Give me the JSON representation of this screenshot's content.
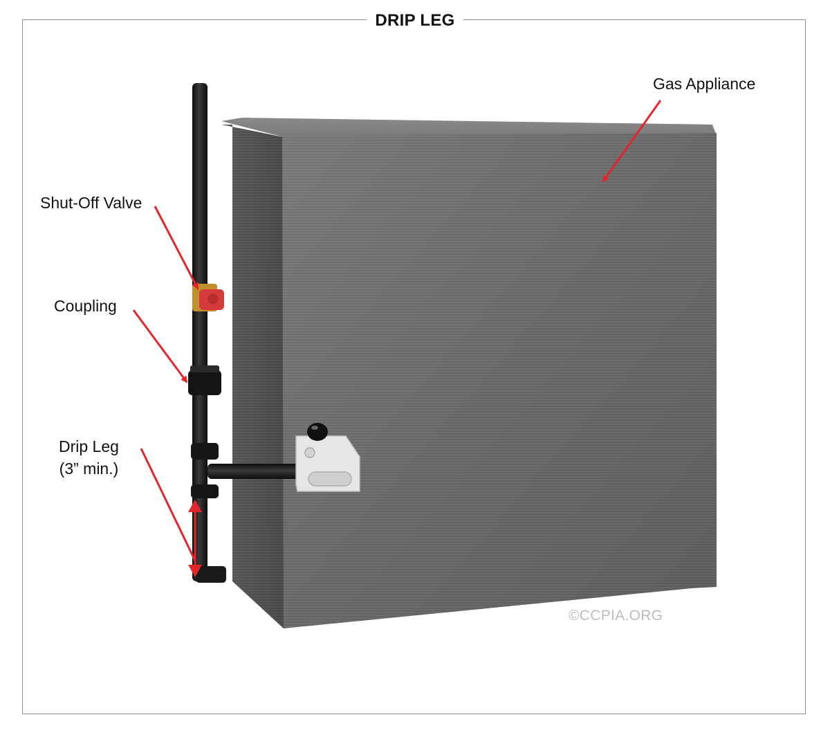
{
  "title": "DRIP LEG",
  "labels": {
    "gas_appliance": "Gas Appliance",
    "shut_off_valve": "Shut-Off Valve",
    "coupling": "Coupling",
    "drip_leg_line1": "Drip Leg",
    "drip_leg_line2": "(3” min.)"
  },
  "copyright": "©CCPIA.ORG",
  "colors": {
    "arrow": "#e3262b",
    "appliance": "#6f6f6f",
    "pipe": "#1c1c1c",
    "valve": "#d63a3a",
    "frame": "#8e8e8e"
  }
}
